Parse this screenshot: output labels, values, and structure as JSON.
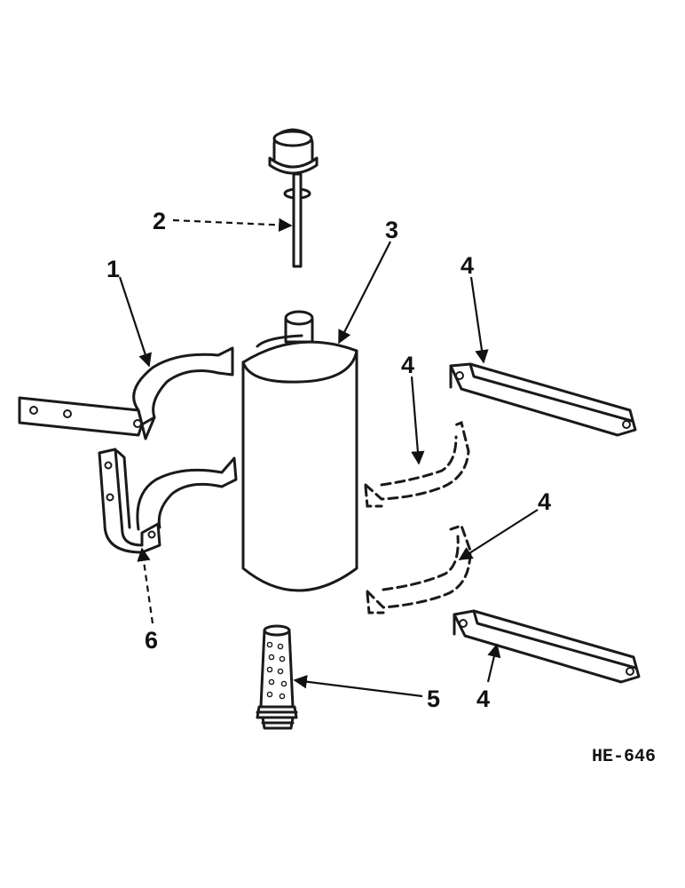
{
  "callouts": {
    "c1": "1",
    "c2": "2",
    "c3": "3",
    "c4a": "4",
    "c4b": "4",
    "c4c": "4",
    "c4d": "4",
    "c5": "5",
    "c6": "6"
  },
  "drawing_id": "HE-646",
  "colors": {
    "ink": "#1a1a1a",
    "paper": "#ffffff"
  }
}
